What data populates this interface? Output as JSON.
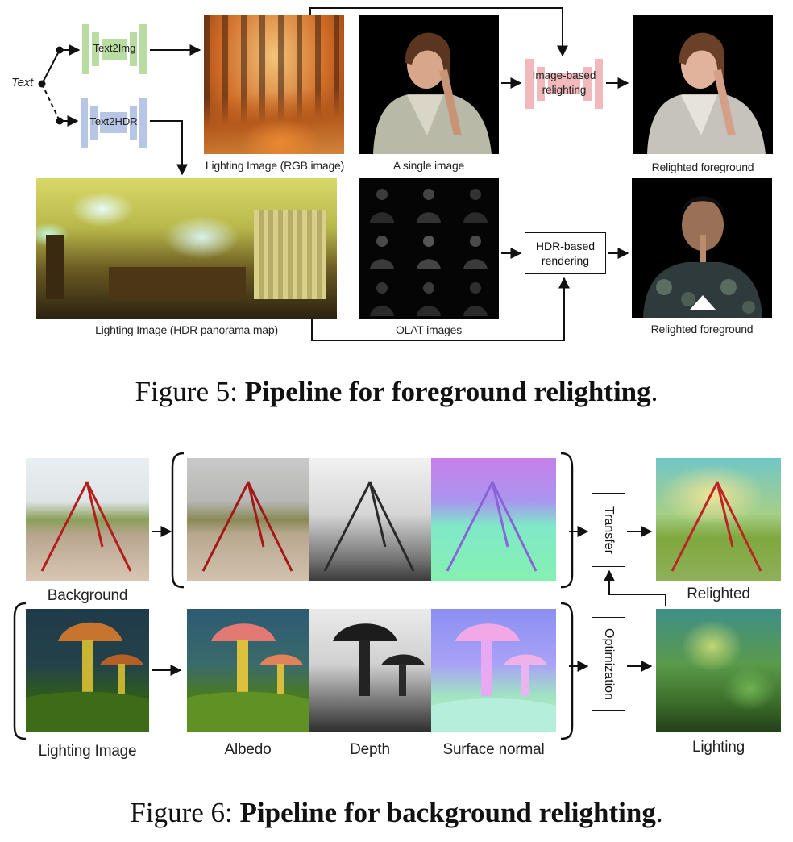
{
  "figure5": {
    "caption_prefix": "Figure 5: ",
    "caption_bold": "Pipeline for foreground relighting",
    "caption_suffix": ".",
    "text_label": "Text",
    "net_text2img": "Text2Img",
    "net_text2hdr": "Text2HDR",
    "label_lighting_rgb": "Lighting Image (RGB image)",
    "label_single_image": "A single image",
    "box_image_based_line1": "Image-based",
    "box_image_based_line2": "relighting",
    "label_relighted_top": "Relighted foreground",
    "label_hdr_panorama": "Lighting Image (HDR panorama map)",
    "label_olat": "OLAT images",
    "box_hdr_line1": "HDR-based",
    "box_hdr_line2": "rendering",
    "label_relighted_bottom": "Relighted foreground"
  },
  "figure6": {
    "caption_prefix": "Figure 6: ",
    "caption_bold": "Pipeline for background relighting",
    "caption_suffix": ".",
    "label_background": "Background",
    "box_transfer": "Transfer",
    "label_relighted": "Relighted",
    "label_lighting_image": "Lighting Image",
    "label_albedo": "Albedo",
    "label_depth": "Depth",
    "label_surface_normal": "Surface normal",
    "box_optimization": "Optimization",
    "label_lighting": "Lighting"
  },
  "colors": {
    "text2img_green": "#b9dca3",
    "text2hdr_blue": "#b8c6e6",
    "relight_pink": "#f2b9bd"
  }
}
